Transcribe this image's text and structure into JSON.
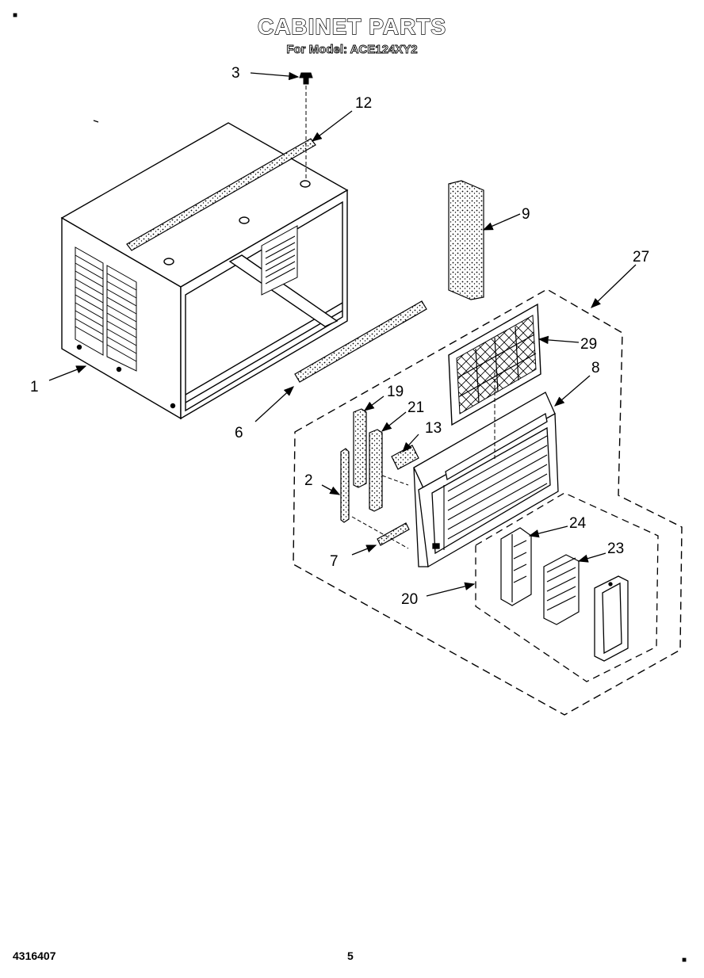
{
  "header": {
    "title": "CABINET PARTS",
    "subtitle": "For Model: ACE124XY2"
  },
  "callouts": [
    "3",
    "12",
    "9",
    "27",
    "29",
    "8",
    "1",
    "6",
    "19",
    "21",
    "13",
    "2",
    "24",
    "23",
    "7",
    "20"
  ],
  "footer": {
    "part_number": "4316407",
    "page_number": "5"
  }
}
